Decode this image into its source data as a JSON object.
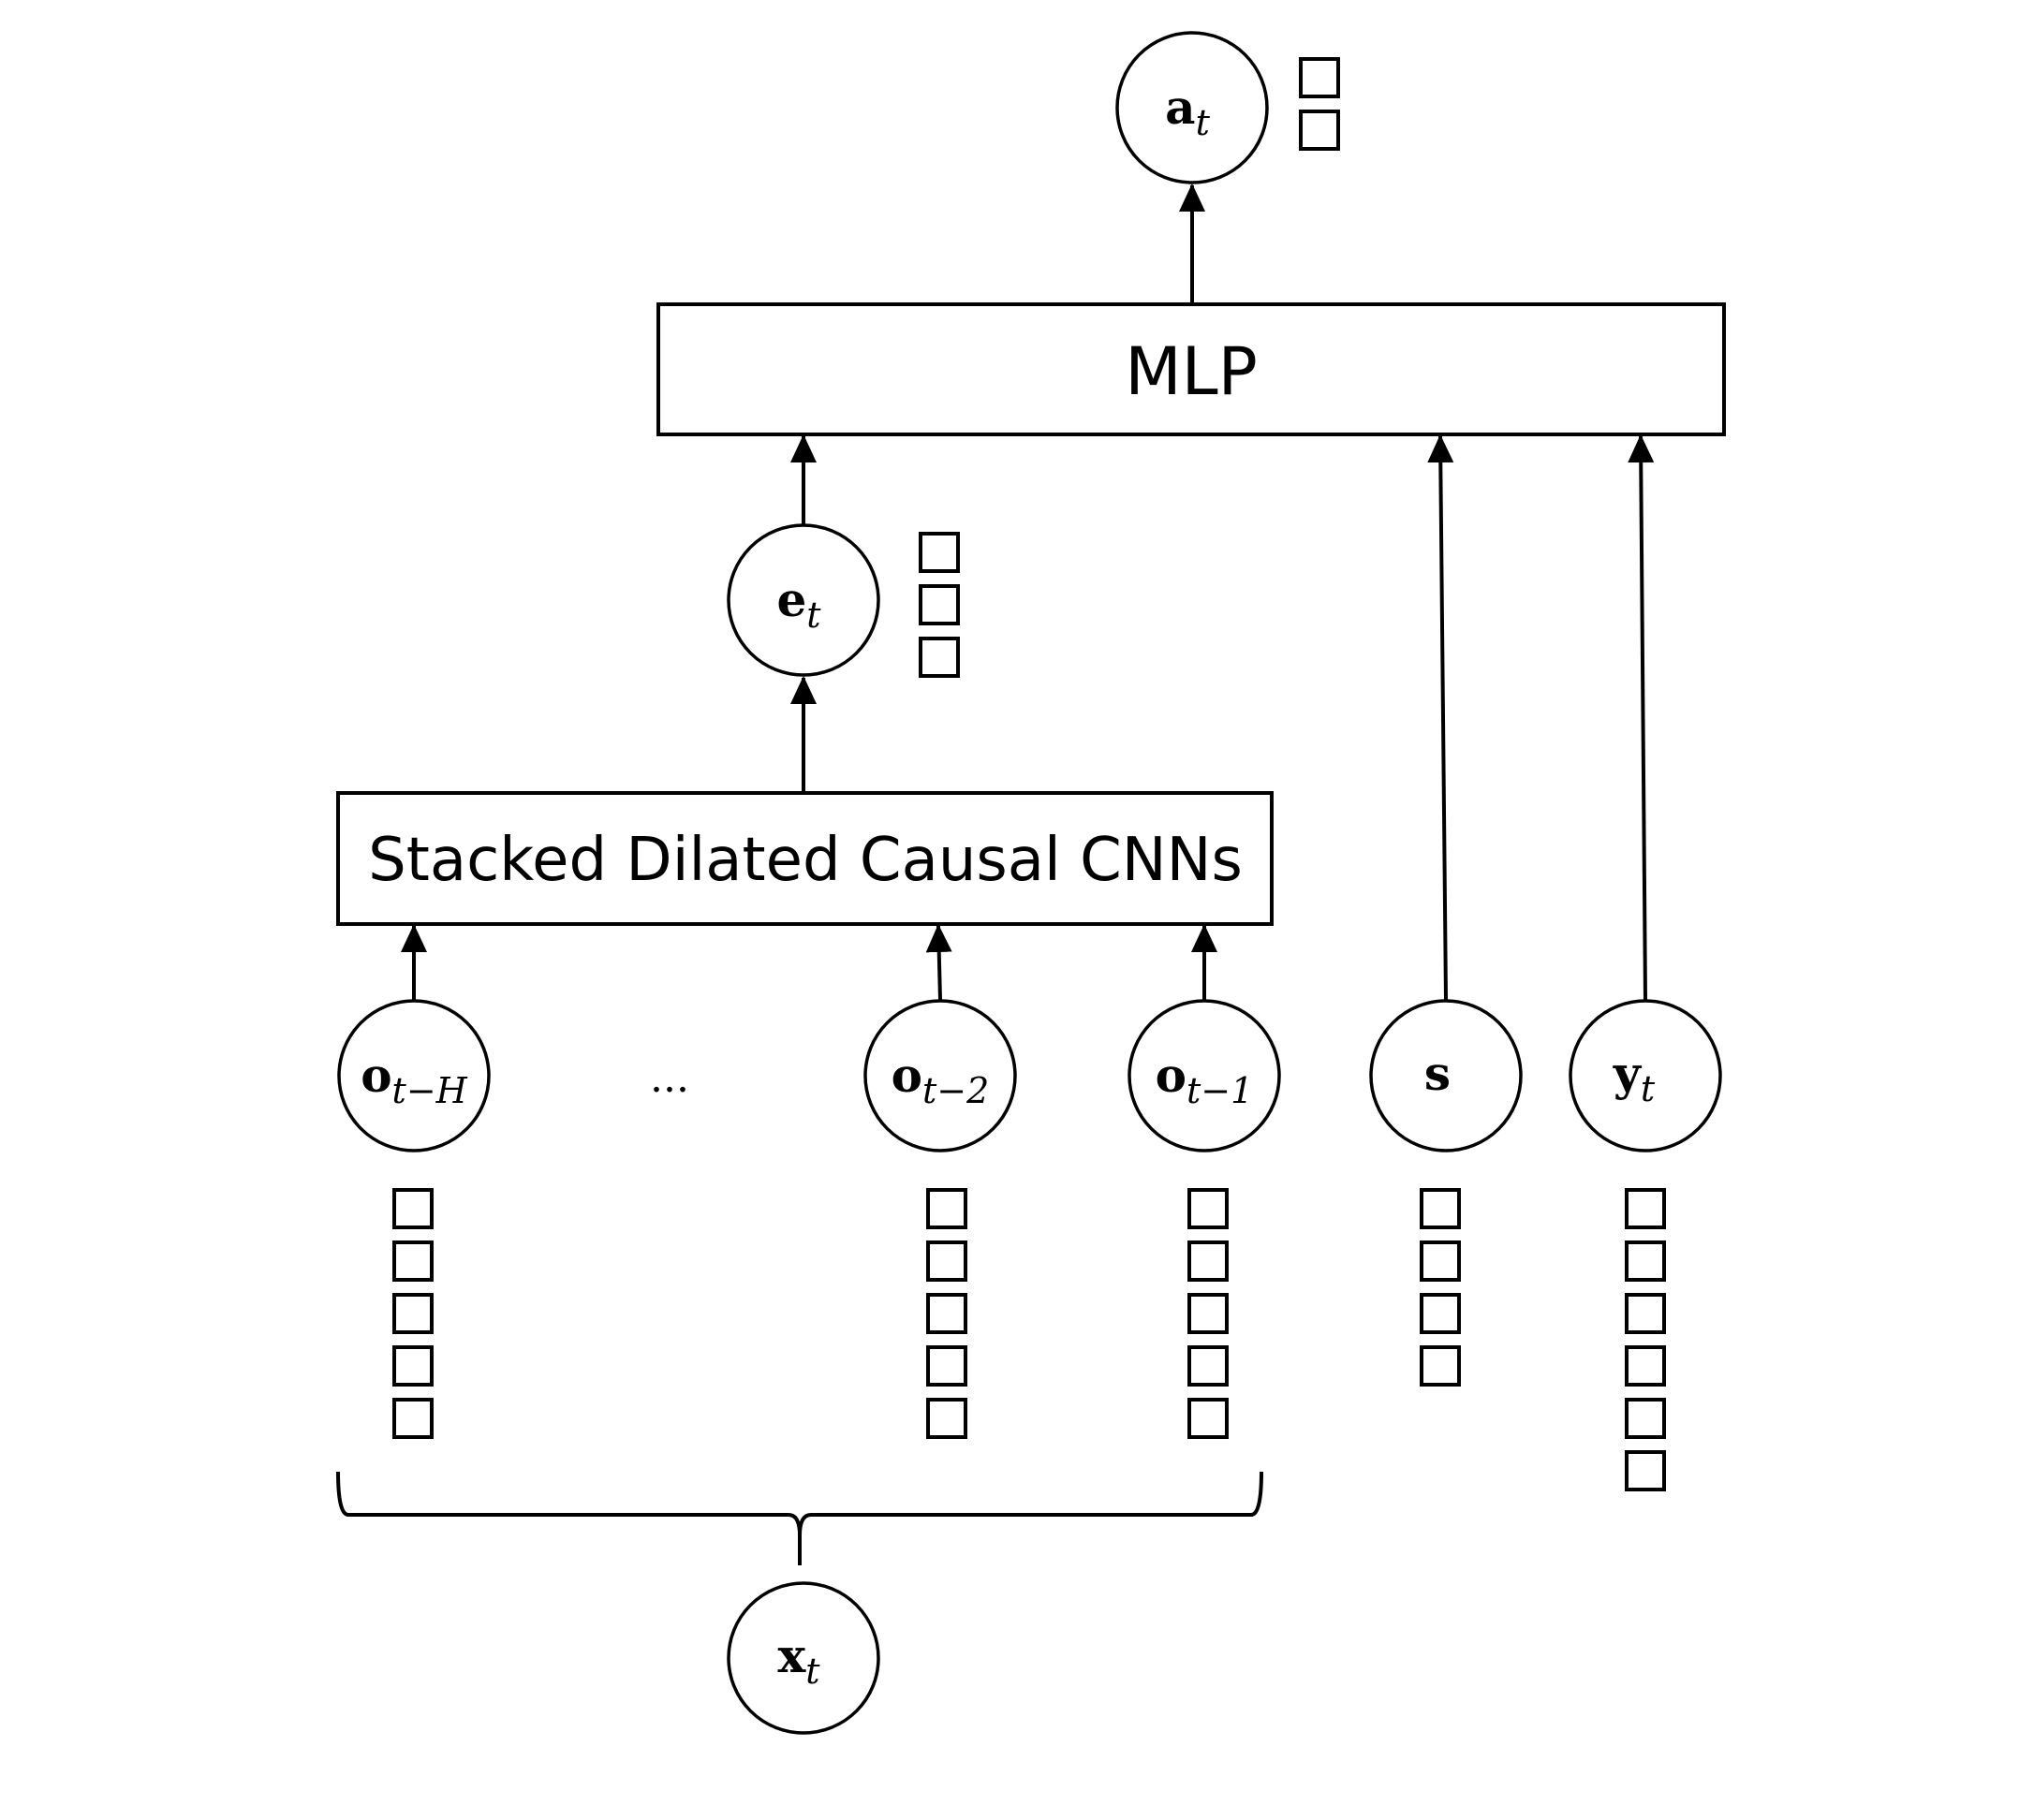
{
  "diagram": {
    "mlp_label": "MLP",
    "cnn_label": "Stacked Dilated Causal CNNs",
    "ellipsis": "...",
    "nodes": {
      "a": {
        "base": "a",
        "sub": "t",
        "squares": 2
      },
      "e": {
        "base": "e",
        "sub": "t",
        "squares": 3
      },
      "o_h": {
        "base": "o",
        "sub": "t−H",
        "squares": 5
      },
      "o_2": {
        "base": "o",
        "sub": "t−2",
        "squares": 5
      },
      "o_1": {
        "base": "o",
        "sub": "t−1",
        "squares": 5
      },
      "s": {
        "base": "s",
        "sub": "",
        "squares": 4
      },
      "y": {
        "base": "y",
        "sub": "t",
        "squares": 6
      },
      "x": {
        "base": "x",
        "sub": "t",
        "squares": 0
      }
    }
  }
}
